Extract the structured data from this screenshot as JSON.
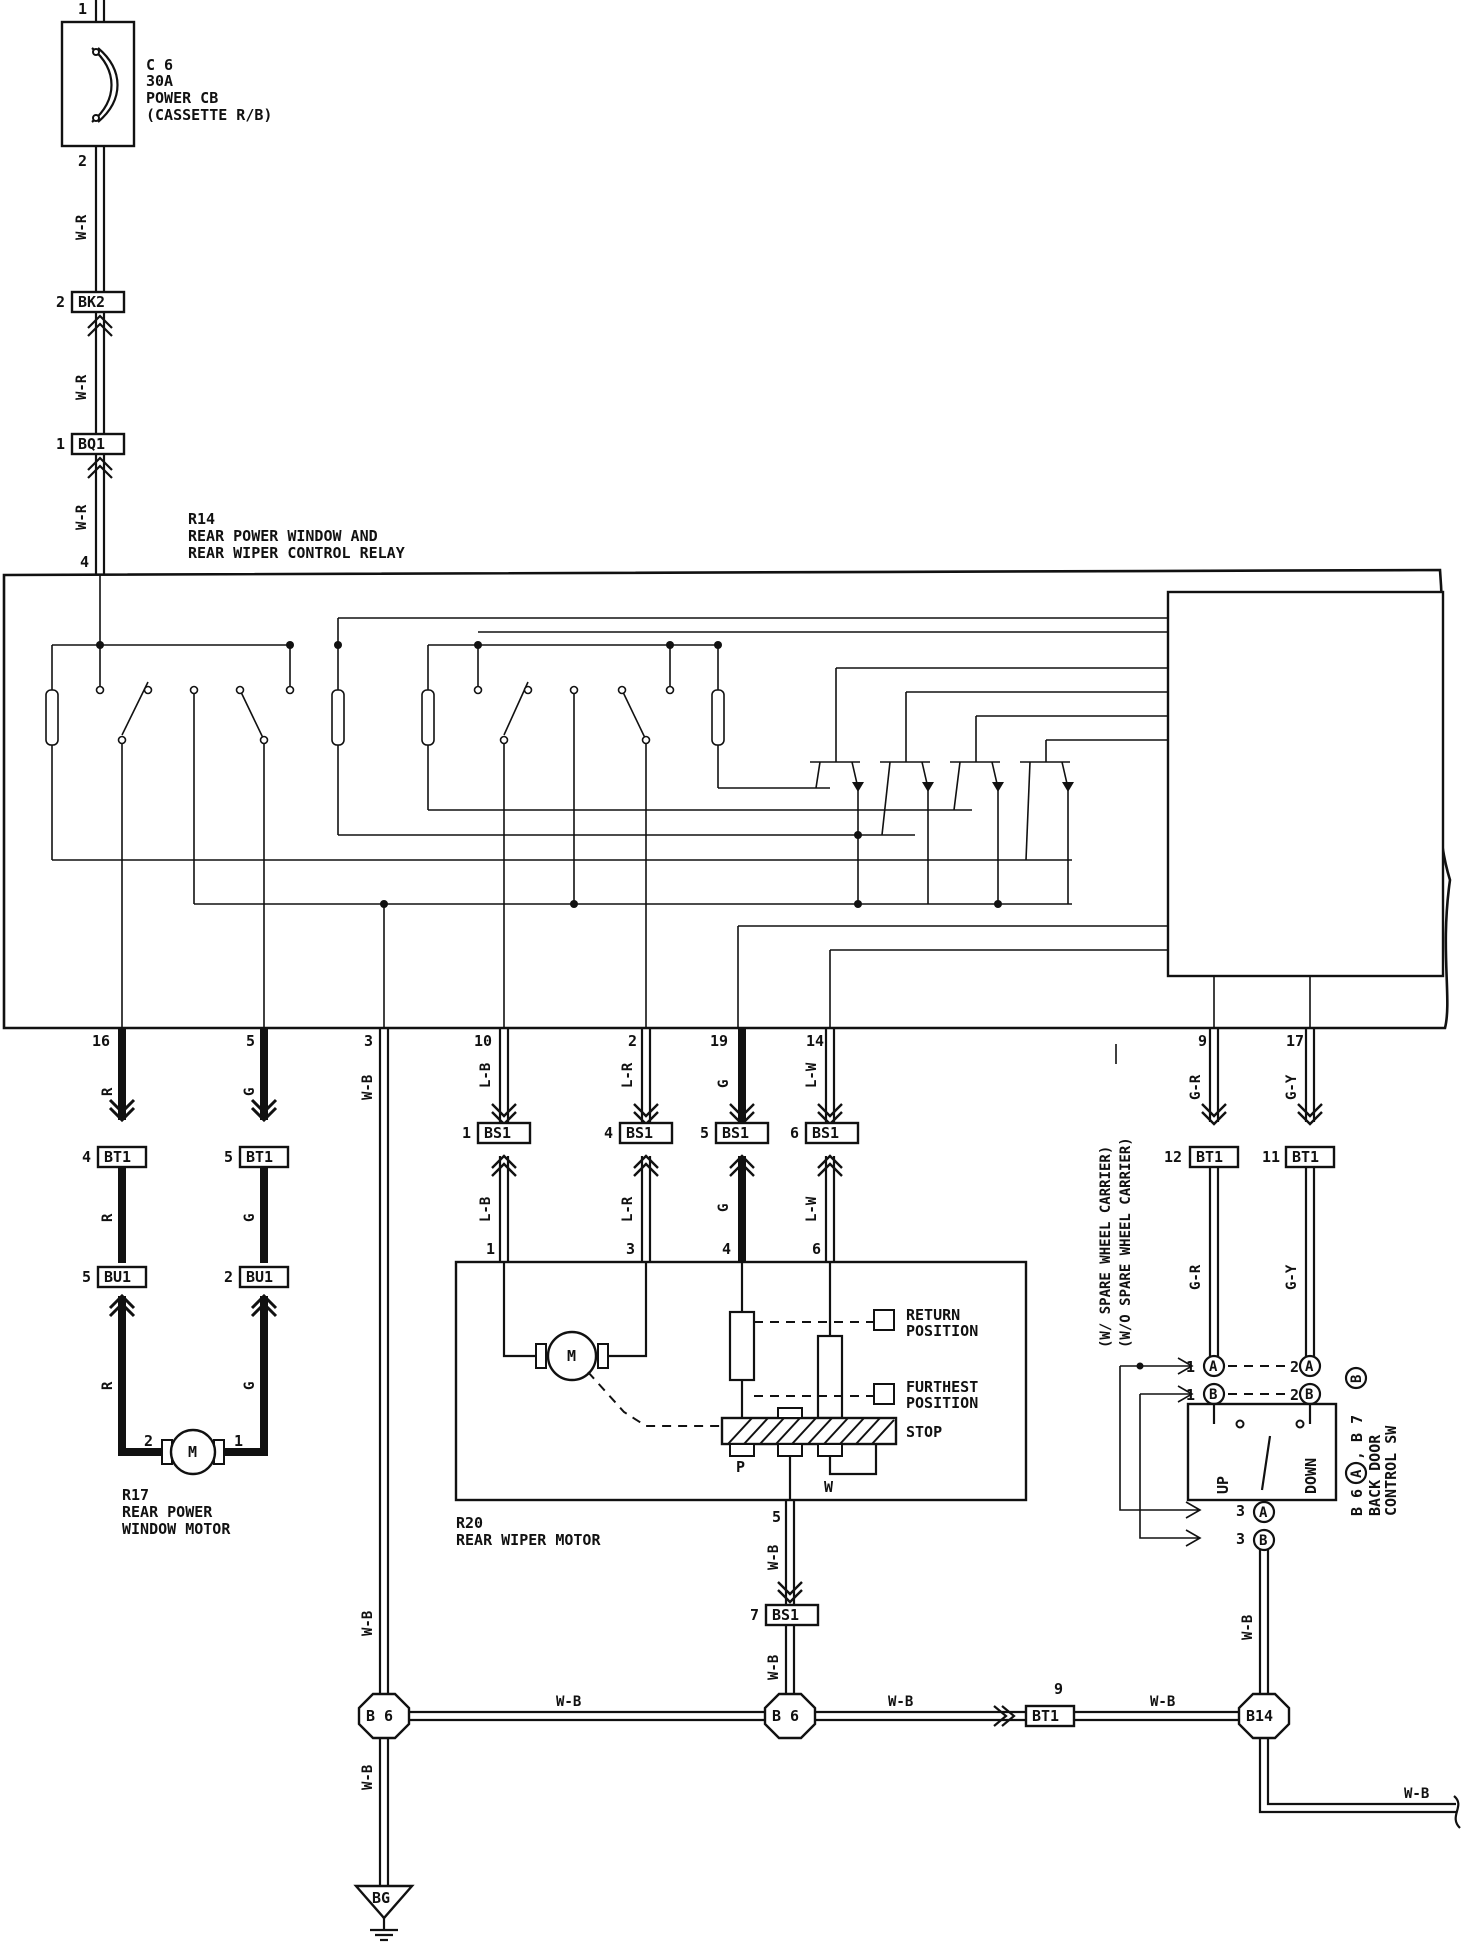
{
  "circuit_breaker": {
    "code": "C 6",
    "rating": "30A",
    "name": "POWER CB",
    "location": "(CASSETTE R/B)",
    "pin_top": "1",
    "pin_bottom": "2"
  },
  "connectors": {
    "bk2": {
      "label": "BK2",
      "pin": "2"
    },
    "bq1": {
      "label": "BQ1",
      "pin": "1"
    },
    "bt1": "BT1",
    "bu1": "BU1",
    "bs1": "BS1"
  },
  "relay": {
    "code": "R14",
    "line1": "REAR POWER WINDOW AND",
    "line2": "REAR WIPER CONTROL RELAY",
    "pin_power": "4"
  },
  "relay_pins": [
    "16",
    "5",
    "3",
    "10",
    "2",
    "19",
    "14",
    "9",
    "17"
  ],
  "wire_colors": {
    "wr": "W-R",
    "r": "R",
    "g": "G",
    "wb": "W-B",
    "lb": "L-B",
    "lr": "L-R",
    "lw": "L-W",
    "gr": "G-R",
    "gy": "G-Y"
  },
  "window_motor": {
    "code": "R17",
    "line1": "REAR POWER",
    "line2": "WINDOW MOTOR",
    "symbol": "M",
    "pins": {
      "left": "2",
      "right": "1"
    },
    "bt1_pins": {
      "left": "4",
      "right": "5"
    },
    "bu1_pins": {
      "left": "5",
      "right": "2"
    }
  },
  "wiper_motor": {
    "code": "R20",
    "name": "REAR WIPER MOTOR",
    "symbol": "M",
    "pins": [
      "1",
      "3",
      "4",
      "6"
    ],
    "bs1_pins": [
      "1",
      "4",
      "5",
      "6"
    ],
    "return_position": [
      "RETURN",
      "POSITION"
    ],
    "furthest_position": [
      "FURTHEST",
      "POSITION"
    ],
    "stop": "STOP",
    "contacts": [
      "P",
      "W"
    ],
    "ground_bs1_pin": "7",
    "ground_wire_pin": "5"
  },
  "back_door_switch": {
    "codes": "B 6",
    "conn_a": "A",
    "conn_and": ", B 7",
    "conn_b": "B",
    "line1": "BACK DOOR",
    "line2": "CONTROL SW",
    "up": "UP",
    "down": "DOWN",
    "note_with": "(W/ SPARE WHEEL CARRIER)",
    "note_without": "(W/O SPARE WHEEL CARRIER)",
    "bt1_pins": {
      "left": "12",
      "right": "11"
    },
    "pins_a_top": [
      "1",
      "2"
    ],
    "pins_b_top": [
      "1",
      "2"
    ],
    "pins_bottom": [
      "3",
      "3"
    ]
  },
  "ground": {
    "junction_left": "B 6",
    "junction_mid": "B 6",
    "junction_right": "B14",
    "bt1_pin": "9",
    "ground_point": "BG"
  },
  "colors": {
    "ink": "#111111",
    "paper": "#ffffff"
  }
}
